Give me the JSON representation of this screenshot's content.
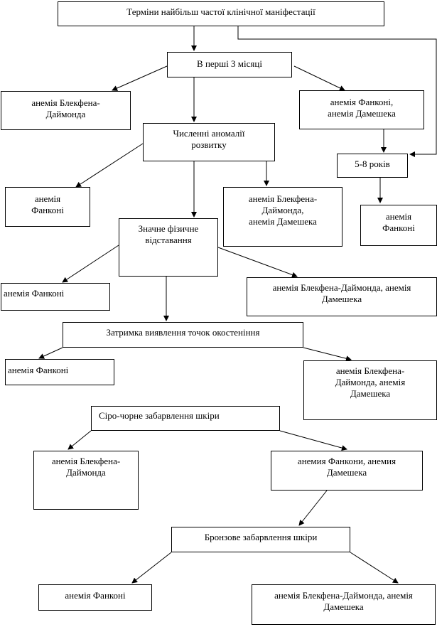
{
  "diagram": {
    "title": "Терміни найбільш частої клінічної маніфестації",
    "nodes": {
      "first_months": "В перші 3 місяці",
      "blackfan_1": "анемія Блекфена-\nДаймонда",
      "fanconi_damesheka_1": "анемія Фанконі,\nанемія Дамешека",
      "anomalies": "Численні аномалії\nрозвитку",
      "age_5_8": "5-8 років",
      "fanconi_1": "анемія\nФанконі",
      "blackfan_damesheka_1": "анемія Блекфена-\nДаймонда,\nанемія Дамешека",
      "fanconi_2": "анемія\nФанконі",
      "growth_lag": "Значне фізичне\nвідставання",
      "fanconi_3": "анемія Фанконі",
      "blackfan_damesheka_2": "анемія Блекфена-Даймонда, анемія\nДамешека",
      "ossification": "Затримка виявлення точок окостеніння",
      "fanconi_4": "анемія Фанконі",
      "blackfan_damesheka_3": "анемія Блекфена-\nДаймонда, анемія\nДамешека",
      "grey_skin": "Сіро-чорне забарвлення шкіри",
      "blackfan_2": "анемія Блекфена-\nДаймонда",
      "fanconi_damesheka_2": "анемия Фанкони, анемия\nДамешека",
      "bronze_skin": "Бронзове забарвлення шкіри",
      "fanconi_5": "анемія Фанконі",
      "blackfan_damesheka_4": "анемія Блекфена-Даймонда, анемія\nДамешека"
    },
    "colors": {
      "line": "#000000",
      "box_border": "#000000",
      "background": "#ffffff"
    }
  }
}
